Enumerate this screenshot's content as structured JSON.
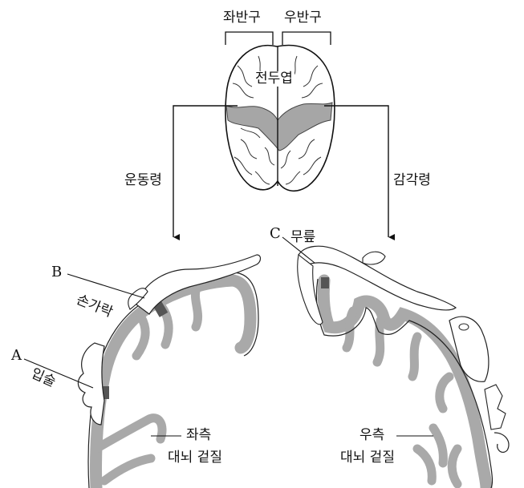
{
  "brain_top": {
    "left_hemisphere": "좌반구",
    "right_hemisphere": "우반구",
    "lobe_label": "전두엽"
  },
  "cortex_areas": {
    "motor": "운동령",
    "sensory": "감각령"
  },
  "points": {
    "a": "A",
    "b": "B",
    "c": "C"
  },
  "body_parts": {
    "fingers": "손가락",
    "lips": "입술",
    "knee": "무릎"
  },
  "cortex_labels": {
    "left_line1": "좌측",
    "left_line2": "대뇌 겉질",
    "right_line1": "우측",
    "right_line2": "대뇌 겉질"
  },
  "colors": {
    "cortex": "#a9a9a9",
    "highlight": "#555555",
    "lobe_fill": "#a6a6a6",
    "ink": "#111111"
  }
}
